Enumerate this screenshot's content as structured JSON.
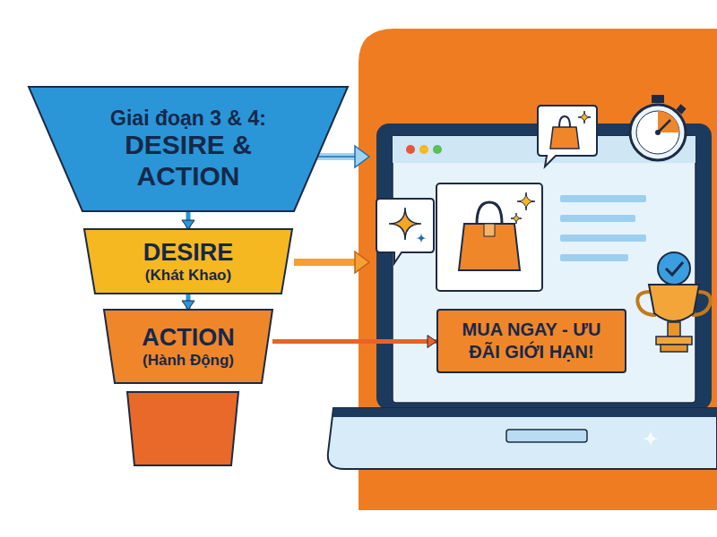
{
  "diagram": {
    "nodes": [
      {
        "text": [
          "Giai đoạn 3 & 4:",
          "DESIRE & ACTION"
        ]
      },
      {
        "text": [
          "DESIRE",
          "(Khát Khao)"
        ]
      },
      {
        "text": [
          "ACTION",
          "(Hành Động)"
        ]
      },
      {
        "text": [
          "MUA NGAY - ƯU ĐÃI GIỚI HẠN!"
        ]
      }
    ],
    "edges": [
      {
        "from": 0,
        "to": 1,
        "arrow": "to"
      },
      {
        "from": 1,
        "to": 2,
        "arrow": "to"
      },
      {
        "from": 2,
        "to": 3,
        "arrow": "to"
      }
    ]
  }
}
